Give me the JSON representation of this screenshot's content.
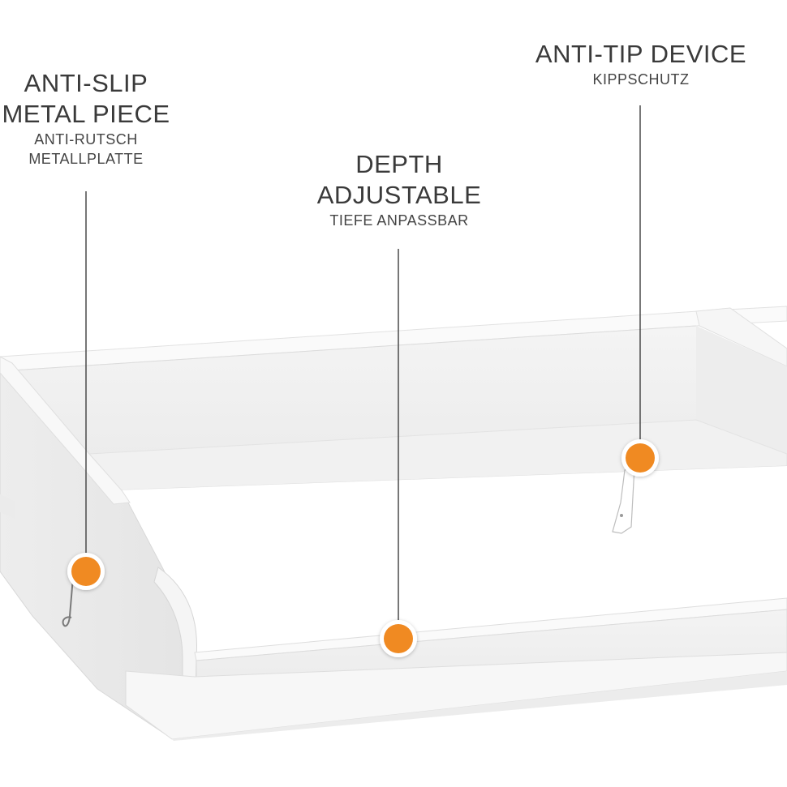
{
  "callouts": {
    "anti_slip": {
      "title_line1": "ANTI-SLIP",
      "title_line2": "METAL PIECE",
      "subtitle_line1": "ANTI-RUTSCH",
      "subtitle_line2": "METALLPLATTE"
    },
    "depth": {
      "title_line1": "DEPTH",
      "title_line2": "ADJUSTABLE",
      "subtitle": "TIEFE ANPASSBAR"
    },
    "anti_tip": {
      "title": "ANTI-TIP DEVICE",
      "subtitle": "KIPPSCHUTZ"
    }
  },
  "colors": {
    "marker": "#f08a24",
    "text": "#3a3a3a",
    "line": "#4a4a4a"
  }
}
